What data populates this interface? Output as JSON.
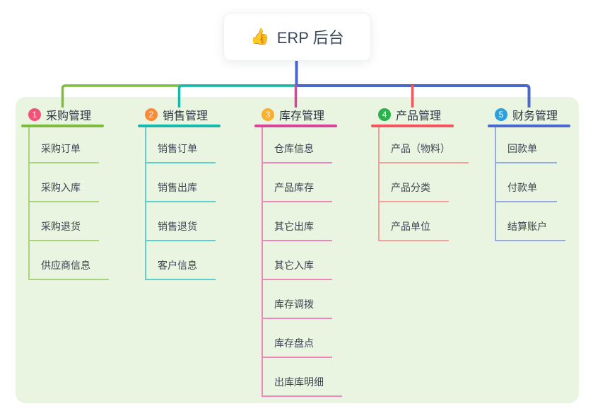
{
  "root": {
    "icon": "👍",
    "icon_name": "thumbs-up-icon",
    "title": "ERP 后台"
  },
  "colors": {
    "panel_bg": "#e9f5e1",
    "root_line": "#4a67cc",
    "root_text": "#3b4859",
    "title_text": "#2c3542",
    "child_text": "#3d4551"
  },
  "branches": [
    {
      "num": "1",
      "title": "采购管理",
      "badge_color": "#f2527a",
      "line_color": "#7dbc3f",
      "child_line_color": "#a9d47e",
      "children": [
        "采购订单",
        "采购入库",
        "采购退货",
        "供应商信息"
      ]
    },
    {
      "num": "2",
      "title": "销售管理",
      "badge_color": "#fb8a38",
      "line_color": "#17b8ad",
      "child_line_color": "#5ecec6",
      "children": [
        "销售订单",
        "销售出库",
        "销售退货",
        "客户信息"
      ]
    },
    {
      "num": "3",
      "title": "库存管理",
      "badge_color": "#fbaf2c",
      "line_color": "#d6459a",
      "child_line_color": "#ee86bd",
      "children": [
        "仓库信息",
        "产品库存",
        "其它出库",
        "其它入库",
        "库存调拨",
        "库存盘点",
        "出库库明细"
      ]
    },
    {
      "num": "4",
      "title": "产品管理",
      "badge_color": "#2cb24c",
      "line_color": "#f2555e",
      "child_line_color": "#f7a09a",
      "children": [
        "产品（物料）",
        "产品分类",
        "产品单位"
      ]
    },
    {
      "num": "5",
      "title": "财务管理",
      "badge_color": "#2ea1dc",
      "line_color": "#4a67cc",
      "child_line_color": "#93a9e3",
      "children": [
        "回款单",
        "付款单",
        "结算账户"
      ]
    }
  ]
}
